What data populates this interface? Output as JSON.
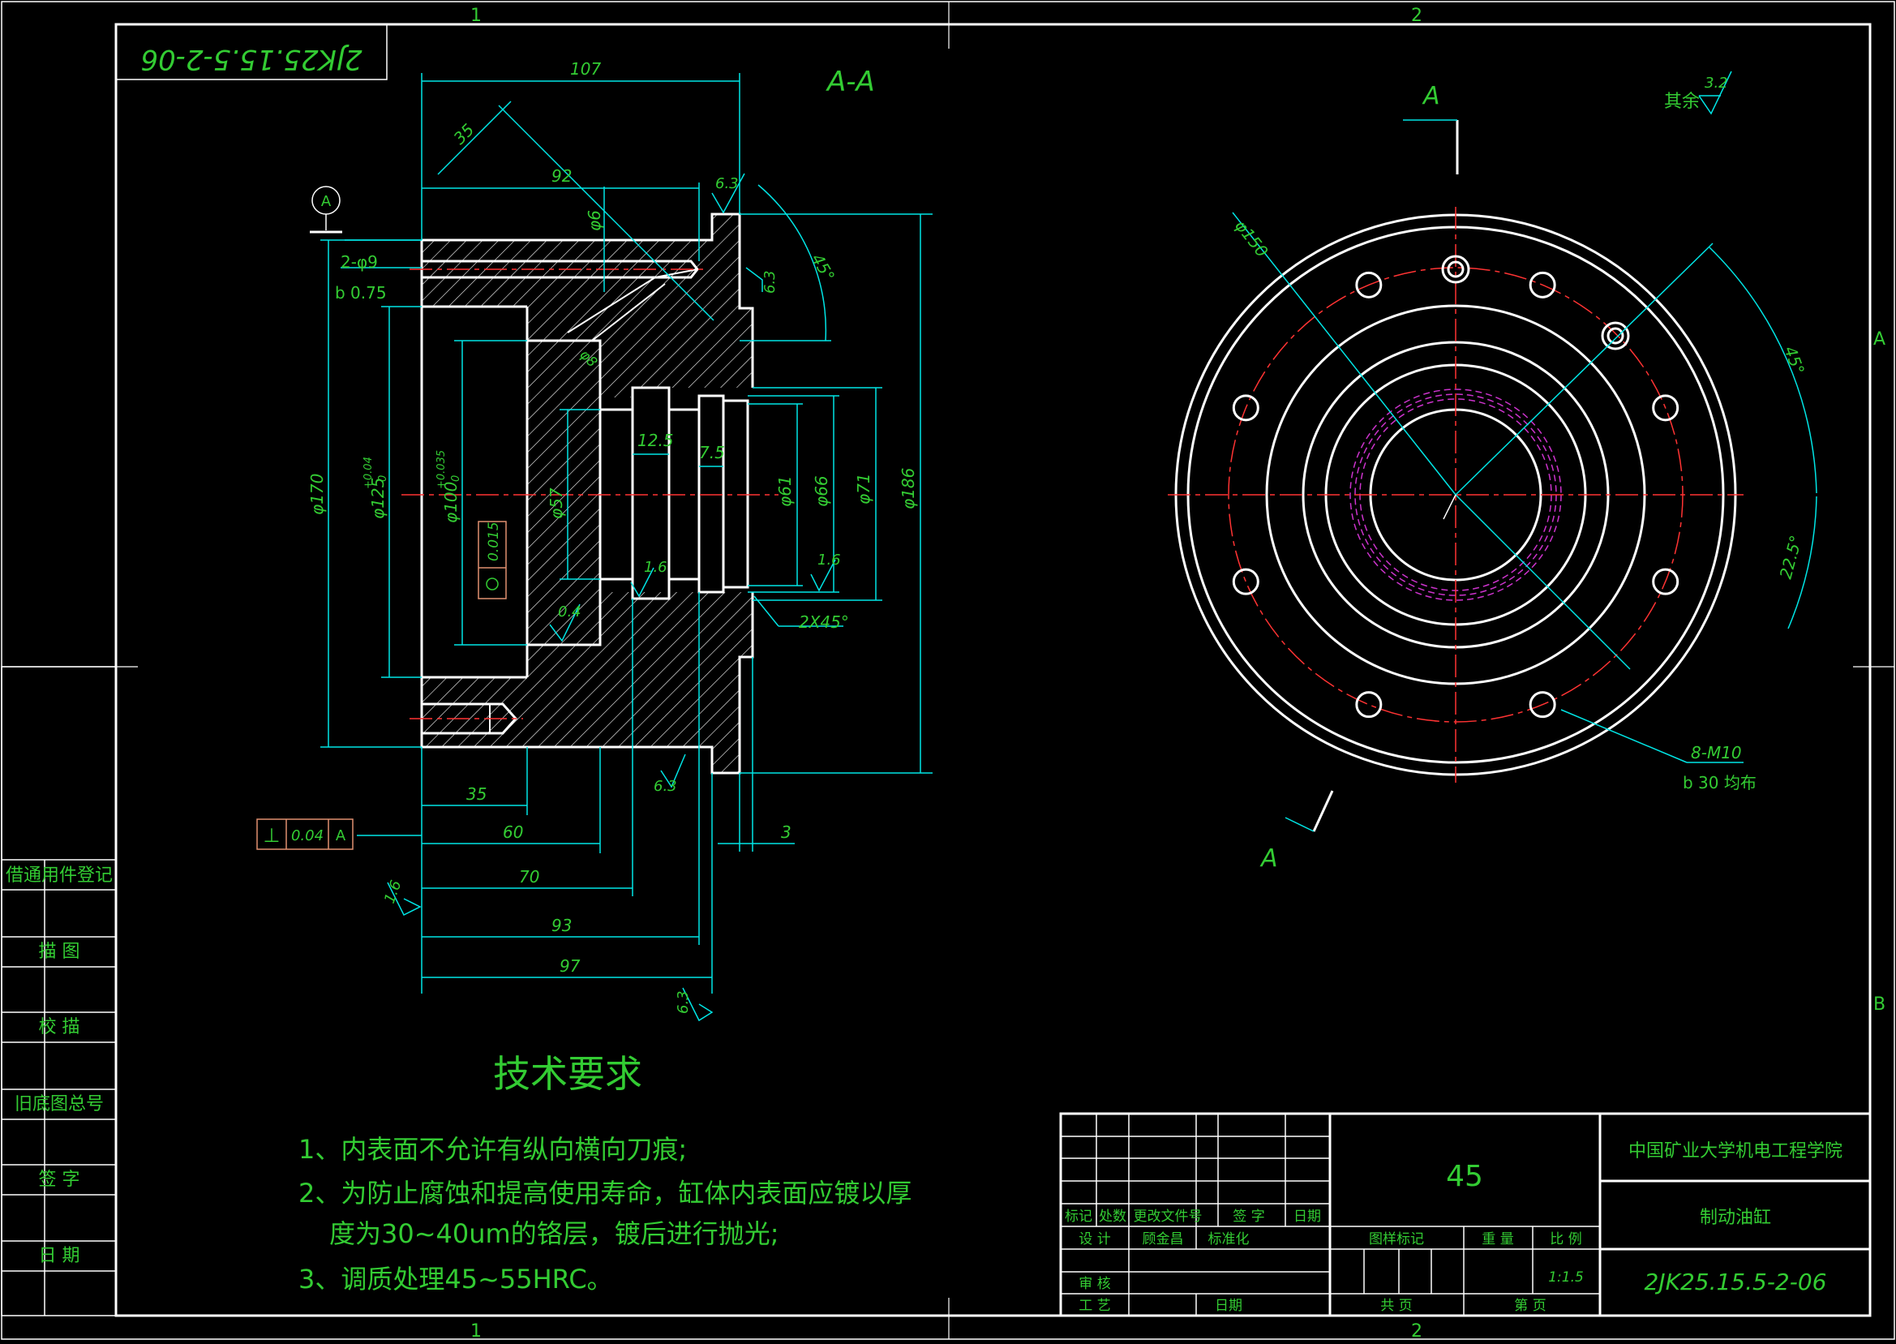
{
  "colors": {
    "background": "#000000",
    "outline": "#ffffff",
    "dimension": "#00e5e5",
    "text": "#33cc33",
    "center": "#ff3333",
    "hidden": "#cc33cc",
    "tolerance": "#e09070"
  },
  "frame": {
    "zone_top": [
      "1",
      "2"
    ],
    "zone_bottom": [
      "1",
      "2"
    ],
    "zone_right": [
      "A",
      "B"
    ],
    "drawing_code_mirrored": "2JK25.15.5-2-06"
  },
  "side_table": [
    "借通用件登记",
    "描 图",
    "校 描",
    "旧底图总号",
    "签 字",
    "日 期"
  ],
  "section_view": {
    "title": "A-A",
    "datum": "A",
    "dims": {
      "d107": "107",
      "d35_diag": "35",
      "d92": "92",
      "d6": "φ6",
      "hole2": "2-φ9",
      "b075": "b 0.75",
      "d170": "φ170",
      "d125": "φ125",
      "d125_tol": "+0.04",
      "d125_tol2": "0",
      "d100": "φ100",
      "d100_tol": "+0.035",
      "d100_tol2": "0",
      "d57": "φ57",
      "d8": "φ8",
      "d12_5": "12.5",
      "d7_5": "7.5",
      "d61": "φ61",
      "d66": "φ66",
      "d71": "φ71",
      "d186": "φ186",
      "angle45": "45°",
      "chamfer": "2X45°",
      "d35": "35",
      "d60": "60",
      "d70": "70",
      "d93": "93",
      "d97": "97",
      "d3": "3"
    },
    "roughness": {
      "r63a": "6.3",
      "r63b": "6.3",
      "r63c": "6.3",
      "r63d": "6.3",
      "r04": "0.4",
      "r16a": "1.6",
      "r16b": "1.6",
      "r16c": "1.6"
    },
    "cyl_tol": "0.015",
    "perp_tol": {
      "symbol": "⊥",
      "value": "0.04",
      "datum": "A"
    }
  },
  "end_view": {
    "section_mark_top": "A",
    "section_mark_bottom": "A",
    "d150": "φ150",
    "angle45": "45°",
    "angle22_5": "22.5°",
    "holes_label": "8-M10",
    "holes_depth": "b 30 均布",
    "other_roughness_label": "其余",
    "other_roughness_value": "3.2"
  },
  "tech": {
    "title": "技术要求",
    "lines": [
      "1、内表面不允许有纵向横向刀痕;",
      "2、为防止腐蚀和提高使用寿命，缸体内表面应镀以厚",
      "度为30~40um的铬层，镀后进行抛光;",
      "3、调质处理45~55HRC。"
    ]
  },
  "title_block": {
    "material": "45",
    "school": "中国矿业大学机电工程学院",
    "part_name": "制动油缸",
    "drawing_number": "2JK25.15.5-2-06",
    "scale": "1:1.5",
    "cells": {
      "mark": "标记",
      "count": "处数",
      "doc": "更改文件号",
      "sign": "签 字",
      "date": "日期",
      "design": "设 计",
      "designer": "顾金昌",
      "std": "标准化",
      "review": "审 核",
      "process": "工 艺",
      "date2": "日期",
      "stage": "图样标记",
      "weight": "重 量",
      "scale_lbl": "比 例",
      "total": "共 页",
      "sheet": "第 页"
    }
  }
}
